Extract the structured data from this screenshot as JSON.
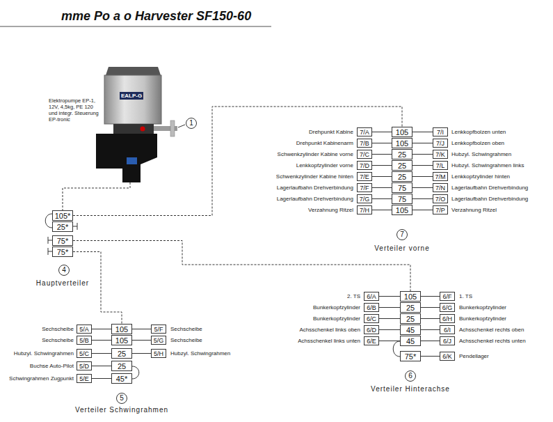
{
  "diagram": {
    "title": "mme Po a o Harvester SF150-60",
    "nodes": [
      {
        "text": [
          "EALP-G"
        ]
      },
      {
        "text": [
          "105*"
        ]
      },
      {
        "text": [
          "25*"
        ]
      },
      {
        "text": [
          "75*"
        ]
      },
      {
        "text": [
          "75*"
        ]
      },
      {
        "text": [
          "105"
        ]
      },
      {
        "text": [
          "105"
        ]
      },
      {
        "text": [
          "25"
        ]
      },
      {
        "text": [
          "25"
        ]
      },
      {
        "text": [
          "25"
        ]
      },
      {
        "text": [
          "75"
        ]
      },
      {
        "text": [
          "75"
        ]
      },
      {
        "text": [
          "105"
        ]
      },
      {
        "text": [
          "7/A"
        ]
      },
      {
        "text": [
          "7/B"
        ]
      },
      {
        "text": [
          "7/C"
        ]
      },
      {
        "text": [
          "7/D"
        ]
      },
      {
        "text": [
          "7/E"
        ]
      },
      {
        "text": [
          "7/F"
        ]
      },
      {
        "text": [
          "7/G"
        ]
      },
      {
        "text": [
          "7/H"
        ]
      },
      {
        "text": [
          "7/I"
        ]
      },
      {
        "text": [
          "7/J"
        ]
      },
      {
        "text": [
          "7/K"
        ]
      },
      {
        "text": [
          "7/L"
        ]
      },
      {
        "text": [
          "7/M"
        ]
      },
      {
        "text": [
          "7/N"
        ]
      },
      {
        "text": [
          "7/O"
        ]
      },
      {
        "text": [
          "7/P"
        ]
      },
      {
        "text": [
          "105"
        ]
      },
      {
        "text": [
          "25"
        ]
      },
      {
        "text": [
          "25"
        ]
      },
      {
        "text": [
          "45"
        ]
      },
      {
        "text": [
          "45"
        ]
      },
      {
        "text": [
          "75*"
        ]
      },
      {
        "text": [
          "6/A"
        ]
      },
      {
        "text": [
          "6/B"
        ]
      },
      {
        "text": [
          "6/C"
        ]
      },
      {
        "text": [
          "6/D"
        ]
      },
      {
        "text": [
          "6/E"
        ]
      },
      {
        "text": [
          "6/F"
        ]
      },
      {
        "text": [
          "6/G"
        ]
      },
      {
        "text": [
          "6/H"
        ]
      },
      {
        "text": [
          "6/I"
        ]
      },
      {
        "text": [
          "6/J"
        ]
      },
      {
        "text": [
          "6/K"
        ]
      },
      {
        "text": [
          "105"
        ]
      },
      {
        "text": [
          "105"
        ]
      },
      {
        "text": [
          "25"
        ]
      },
      {
        "text": [
          "25"
        ]
      },
      {
        "text": [
          "45*"
        ]
      },
      {
        "text": [
          "5/A"
        ]
      },
      {
        "text": [
          "5/B"
        ]
      },
      {
        "text": [
          "5/C"
        ]
      },
      {
        "text": [
          "5/D"
        ]
      },
      {
        "text": [
          "5/E"
        ]
      },
      {
        "text": [
          "5/F"
        ]
      },
      {
        "text": [
          "5/G"
        ]
      },
      {
        "text": [
          "5/H"
        ]
      }
    ],
    "edges": [
      {
        "from": 0,
        "to": 1,
        "arrow": "none"
      },
      {
        "from": 1,
        "to": 5,
        "arrow": "none"
      },
      {
        "from": 3,
        "to": 29,
        "arrow": "none"
      },
      {
        "from": 4,
        "to": 46,
        "arrow": "none"
      },
      {
        "from": 5,
        "to": 13,
        "arrow": "none"
      },
      {
        "from": 6,
        "to": 14,
        "arrow": "none"
      },
      {
        "from": 7,
        "to": 15,
        "arrow": "none"
      },
      {
        "from": 8,
        "to": 16,
        "arrow": "none"
      },
      {
        "from": 9,
        "to": 17,
        "arrow": "none"
      },
      {
        "from": 10,
        "to": 18,
        "arrow": "none"
      },
      {
        "from": 11,
        "to": 19,
        "arrow": "none"
      },
      {
        "from": 12,
        "to": 20,
        "arrow": "none"
      },
      {
        "from": 5,
        "to": 21,
        "arrow": "none"
      },
      {
        "from": 6,
        "to": 22,
        "arrow": "none"
      },
      {
        "from": 7,
        "to": 23,
        "arrow": "none"
      },
      {
        "from": 8,
        "to": 24,
        "arrow": "none"
      },
      {
        "from": 9,
        "to": 25,
        "arrow": "none"
      },
      {
        "from": 10,
        "to": 26,
        "arrow": "none"
      },
      {
        "from": 11,
        "to": 27,
        "arrow": "none"
      },
      {
        "from": 12,
        "to": 28,
        "arrow": "none"
      },
      {
        "from": 29,
        "to": 35,
        "arrow": "none"
      },
      {
        "from": 30,
        "to": 36,
        "arrow": "none"
      },
      {
        "from": 31,
        "to": 37,
        "arrow": "none"
      },
      {
        "from": 32,
        "to": 38,
        "arrow": "none"
      },
      {
        "from": 33,
        "to": 39,
        "arrow": "none"
      },
      {
        "from": 29,
        "to": 40,
        "arrow": "none"
      },
      {
        "from": 30,
        "to": 41,
        "arrow": "none"
      },
      {
        "from": 31,
        "to": 42,
        "arrow": "none"
      },
      {
        "from": 32,
        "to": 43,
        "arrow": "none"
      },
      {
        "from": 33,
        "to": 44,
        "arrow": "none"
      },
      {
        "from": 34,
        "to": 45,
        "arrow": "none"
      },
      {
        "from": 46,
        "to": 51,
        "arrow": "none"
      },
      {
        "from": 47,
        "to": 52,
        "arrow": "none"
      },
      {
        "from": 48,
        "to": 53,
        "arrow": "none"
      },
      {
        "from": 49,
        "to": 54,
        "arrow": "none"
      },
      {
        "from": 50,
        "to": 55,
        "arrow": "none"
      },
      {
        "from": 46,
        "to": 56,
        "arrow": "none"
      },
      {
        "from": 47,
        "to": 57,
        "arrow": "none"
      },
      {
        "from": 48,
        "to": 58,
        "arrow": "none"
      }
    ],
    "labels": [
      "Elektropumpe EP-1, 12V, 4,5kg, PE 120 und integr. Steuerung EP-tronic",
      "1",
      "Drehpunkt Kabine",
      "Drehpunkt Kabinenarm",
      "Schwenkzylinder Kabine vorne",
      "Lenkkopfzylinder vorne",
      "Schwenkzylinder Kabine hinten",
      "Lagerlaufbahn Drehverbindung",
      "Lagerlaufbahn Drehverbindung",
      "Verzahnung Ritzel",
      "Lenkkopfbolzen unten",
      "Lenkkopfbolzen oben",
      "Hubzyl. Schwingrahmen",
      "Hubzyl. Schwingrahmen links",
      "Lenkkopfzylinder hinten",
      "Lagerlaufbahn Drehverbindung",
      "Lagerlaufbahn Drehverbindung",
      "Verzahnung Ritzel",
      "7",
      "Verteiler vorne",
      "4",
      "Hauptverteiler",
      "2. TS",
      "Bunkerkopfzylinder",
      "Bunkerkopfzylinder",
      "Achsschenkel links oben",
      "Achsschenkel links unten",
      "1. TS",
      "Bunkerkopfzylinder",
      "Bunkerkopfzylinder",
      "Achsschenkel rechts oben",
      "Achsschenkel rechts unten",
      "Pendellager",
      "6",
      "Verteiler Hinterachse",
      "Sechscheibe",
      "Sechscheibe",
      "Hubzyl. Schwingrahmen",
      "Buchse Auto-Pilot",
      "Schwingrahmen Zugpunkt",
      "Sechscheibe",
      "Sechscheibe",
      "Hubzyl. Schwingrahmen",
      "5",
      "Verteiler Schwingrahmen"
    ]
  }
}
